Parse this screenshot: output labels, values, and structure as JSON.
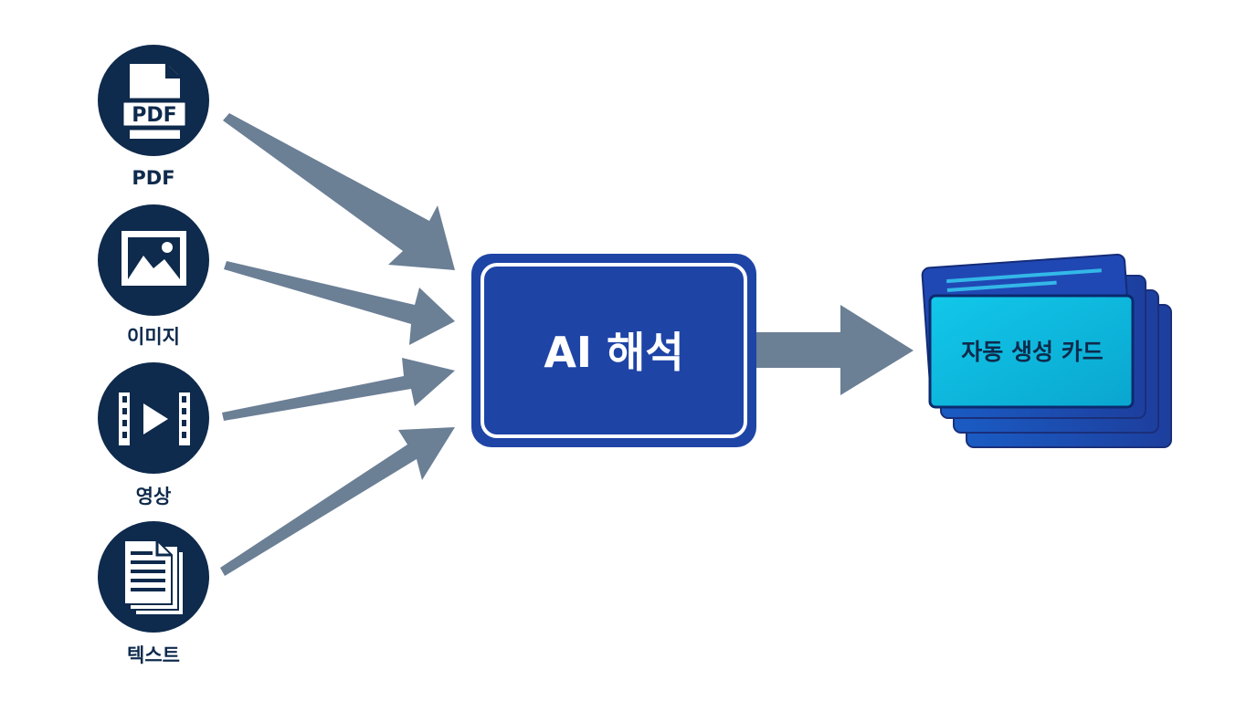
{
  "diagram": {
    "inputs": [
      {
        "label": "PDF",
        "icon": "pdf-file-icon",
        "icon_text": "PDF"
      },
      {
        "label": "이미지",
        "icon": "image-icon"
      },
      {
        "label": "영상",
        "icon": "video-icon"
      },
      {
        "label": "텍스트",
        "icon": "text-document-icon"
      }
    ],
    "processor": {
      "label": "AI 해석"
    },
    "output": {
      "label": "자동 생성 카드"
    }
  },
  "colors": {
    "navy": "#0e2a4c",
    "arrow": "#6b7f95",
    "processor_fill": "#1e44a6",
    "card_back": "#2048b4",
    "card_front": "#0ab4d8"
  }
}
